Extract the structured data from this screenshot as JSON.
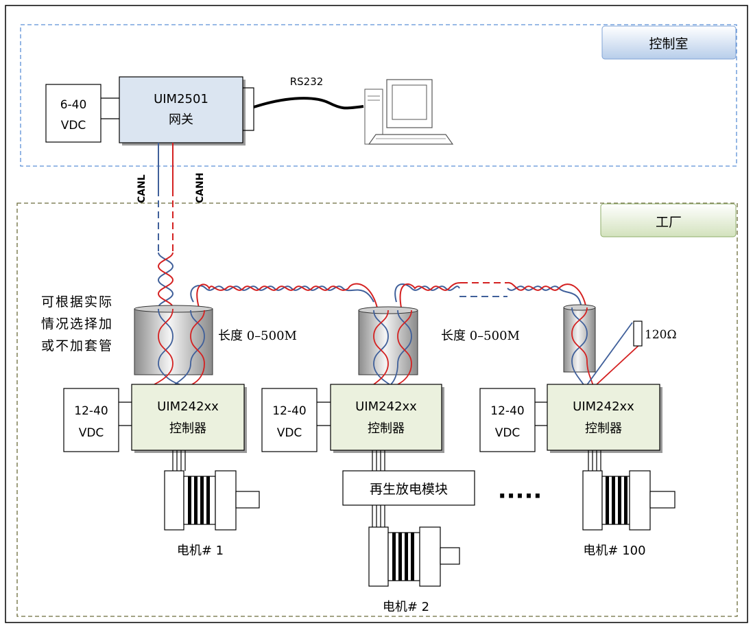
{
  "zones": {
    "control_room": "控制室",
    "factory": "工厂"
  },
  "gateway": {
    "model": "UIM2501",
    "name": "网关",
    "power_line1": "6-40",
    "power_line2": "VDC"
  },
  "link_label": "RS232",
  "bus": {
    "canl": "CANL",
    "canh": "CANH"
  },
  "sleeve_note": [
    "可根据实际",
    "情况选择加",
    "或不加套管"
  ],
  "length_label": "长度 0–500M",
  "terminator": "120Ω",
  "nodes": [
    {
      "model": "UIM242xx",
      "name": "控制器",
      "power_line1": "12-40",
      "power_line2": "VDC",
      "motor": "电机# 1"
    },
    {
      "model": "UIM242xx",
      "name": "控制器",
      "power_line1": "12-40",
      "power_line2": "VDC",
      "motor": "电机# 2"
    },
    {
      "model": "UIM242xx",
      "name": "控制器",
      "power_line1": "12-40",
      "power_line2": "VDC",
      "motor": "电机# 100"
    }
  ],
  "regen_module": "再生放电模块",
  "ellipsis": "·····",
  "colors": {
    "can_low": "#3f5f9a",
    "can_high": "#d42020",
    "control_room_border": "#5b8fd6",
    "factory_border": "#6b6b3a",
    "gateway_fill": "#dbe5f1",
    "controller_fill": "#ebf1de"
  }
}
